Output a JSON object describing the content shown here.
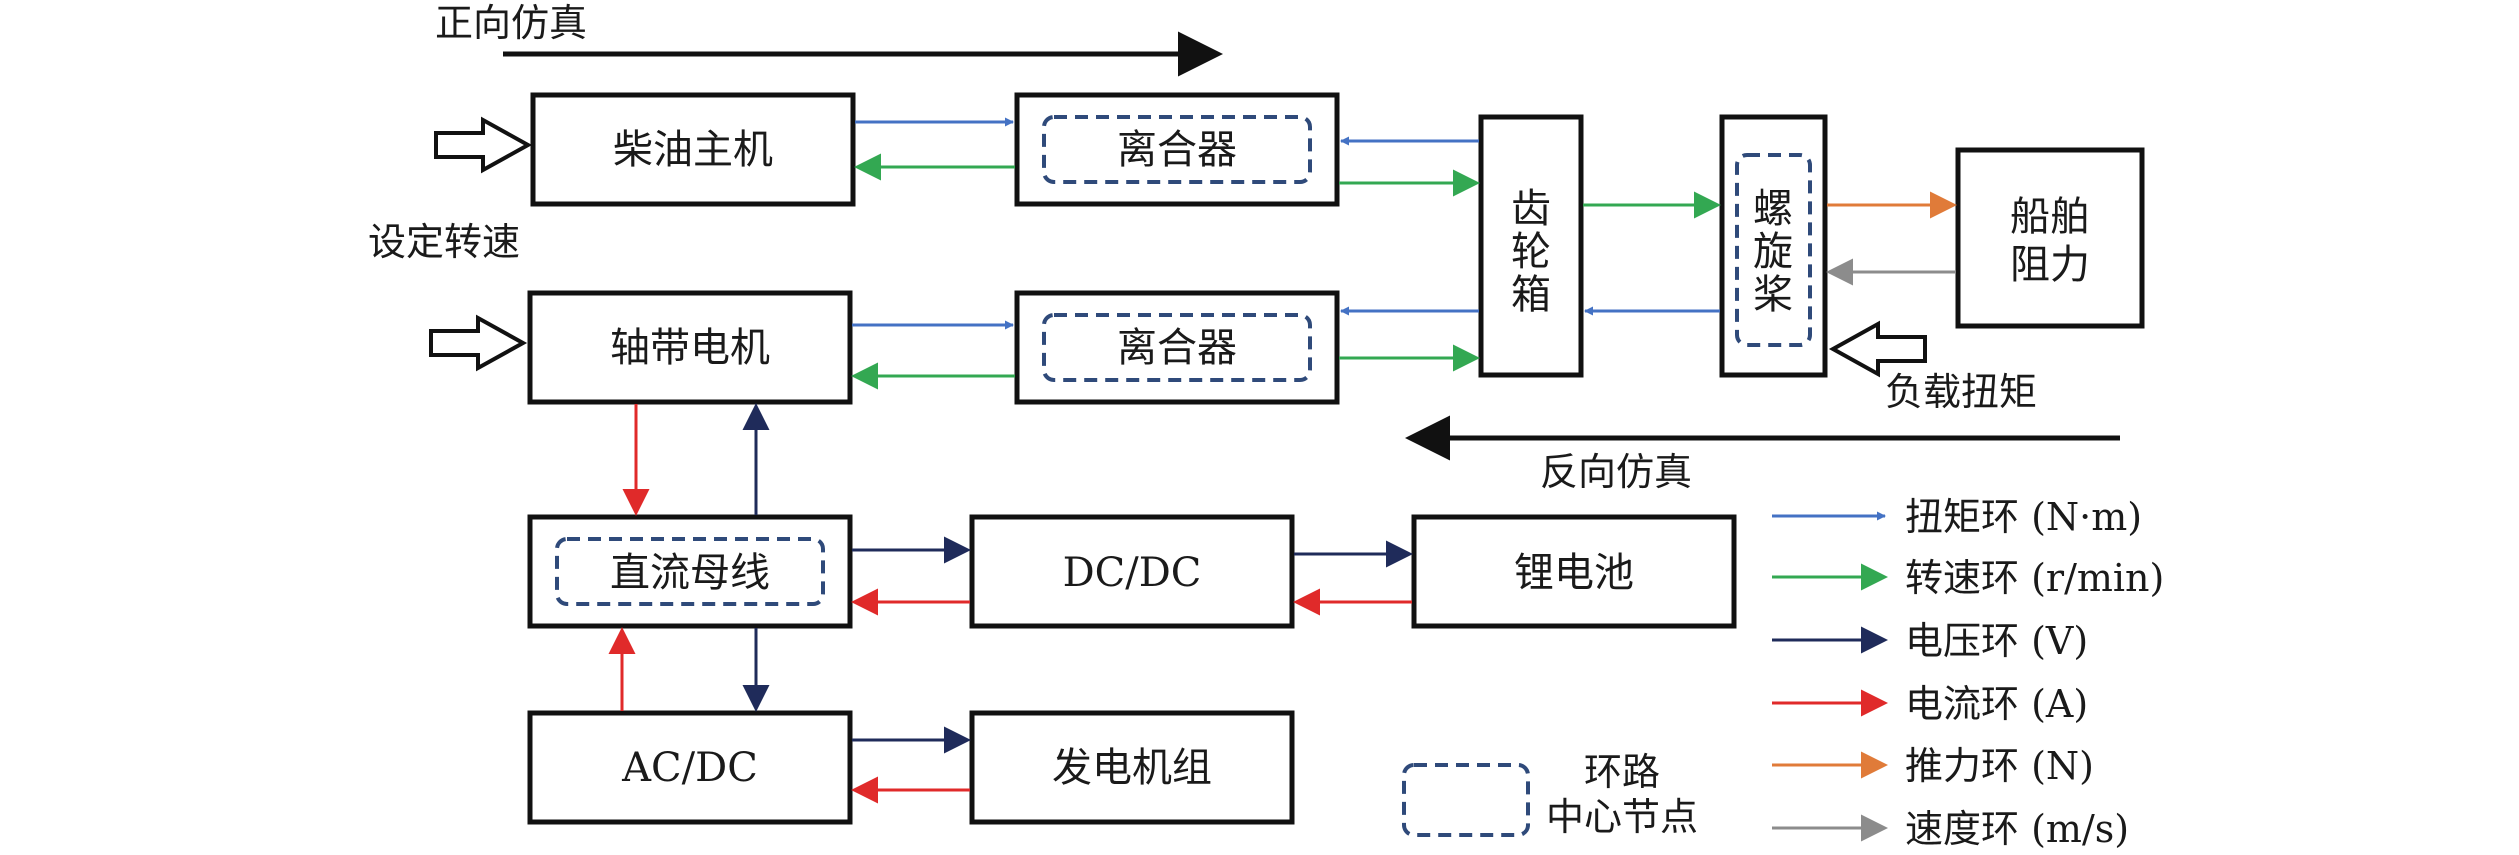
{
  "colors": {
    "torque": "#4472c4",
    "speed": "#33a852",
    "voltage": "#1f2b5a",
    "current": "#e02a2a",
    "thrust": "#e07b39",
    "velocity": "#8c8c8c",
    "block_border": "#111111",
    "node_border": "#2f4a7a"
  },
  "direction": {
    "forward": "正向仿真",
    "reverse": "反向仿真"
  },
  "inputs": {
    "set_speed": "设定转速",
    "load_torque": "负载扭矩"
  },
  "blocks": {
    "diesel": "柴油主机",
    "clutch_top": "离合器",
    "gearbox": [
      "齿",
      "轮",
      "箱"
    ],
    "propeller": [
      "螺",
      "旋",
      "桨"
    ],
    "resistance": [
      "船舶",
      "阻力"
    ],
    "shaft_motor": "轴带电机",
    "clutch_bottom": "离合器",
    "dc_bus": "直流母线",
    "dcdc": "DC/DC",
    "battery": "锂电池",
    "acdc": "AC/DC",
    "genset": "发电机组"
  },
  "legend": {
    "node_label": [
      "环路",
      "中心节点"
    ],
    "items": [
      {
        "label": "扭矩环 (N·m)",
        "color": "#4472c4"
      },
      {
        "label": "转速环 (r/min)",
        "color": "#33a852"
      },
      {
        "label": "电压环 (V)",
        "color": "#1f2b5a"
      },
      {
        "label": "电流环 (A)",
        "color": "#e02a2a"
      },
      {
        "label": "推力环 (N)",
        "color": "#e07b39"
      },
      {
        "label": "速度环 (m/s)",
        "color": "#8c8c8c"
      }
    ]
  }
}
